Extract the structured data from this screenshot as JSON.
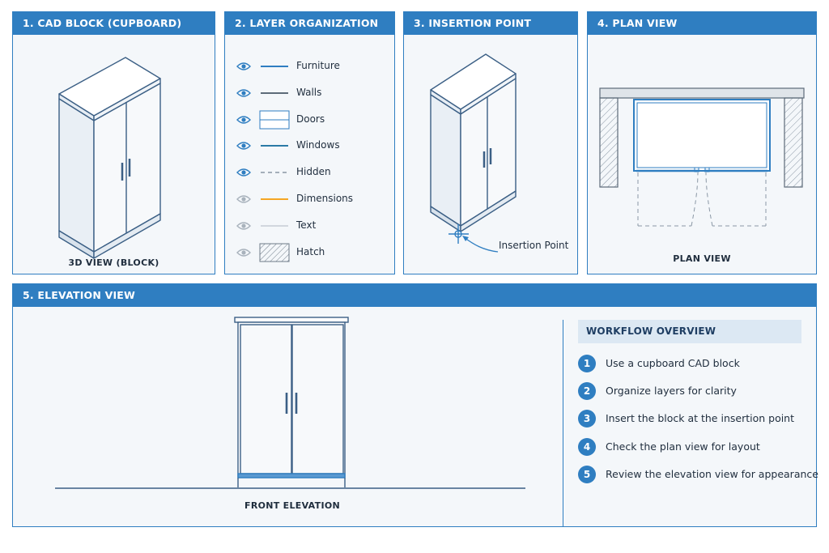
{
  "colors": {
    "accent": "#2f7ec1",
    "panel_bg": "#f4f7fa",
    "line": "#3b5f85",
    "dimension": "#f5a623"
  },
  "panels": {
    "block": {
      "title": "1. CAD BLOCK (CUPBOARD)",
      "caption": "3D VIEW (BLOCK)"
    },
    "layers": {
      "title": "2. LAYER ORGANIZATION"
    },
    "insertion": {
      "title": "3. INSERTION POINT",
      "callout": "Insertion Point"
    },
    "plan": {
      "title": "4. PLAN VIEW",
      "caption": "PLAN VIEW"
    },
    "elevation": {
      "title": "5. ELEVATION VIEW",
      "caption": "FRONT ELEVATION"
    }
  },
  "layers": [
    {
      "name": "Furniture",
      "sample": "line-blue",
      "icon": "eye-icon",
      "visible": true
    },
    {
      "name": "Walls",
      "sample": "line-gray",
      "icon": "eye-icon",
      "visible": true
    },
    {
      "name": "Doors",
      "sample": "box-blue",
      "icon": "eye-icon",
      "visible": true
    },
    {
      "name": "Windows",
      "sample": "line-teal",
      "icon": "eye-icon",
      "visible": true
    },
    {
      "name": "Hidden",
      "sample": "line-dashed",
      "icon": "eye-icon",
      "visible": true
    },
    {
      "name": "Dimensions",
      "sample": "line-orange",
      "icon": "eye-icon",
      "visible": false
    },
    {
      "name": "Text",
      "sample": "line-light",
      "icon": "eye-icon",
      "visible": false
    },
    {
      "name": "Hatch",
      "sample": "box-hatch",
      "icon": "eye-icon",
      "visible": false
    }
  ],
  "workflow": {
    "title": "WORKFLOW OVERVIEW",
    "steps": [
      {
        "num": "1",
        "text": "Use a cupboard CAD block"
      },
      {
        "num": "2",
        "text": "Organize layers for clarity"
      },
      {
        "num": "3",
        "text": "Insert the block at the insertion point"
      },
      {
        "num": "4",
        "text": "Check the plan view for layout"
      },
      {
        "num": "5",
        "text": "Review the elevation view for appearance"
      }
    ]
  }
}
